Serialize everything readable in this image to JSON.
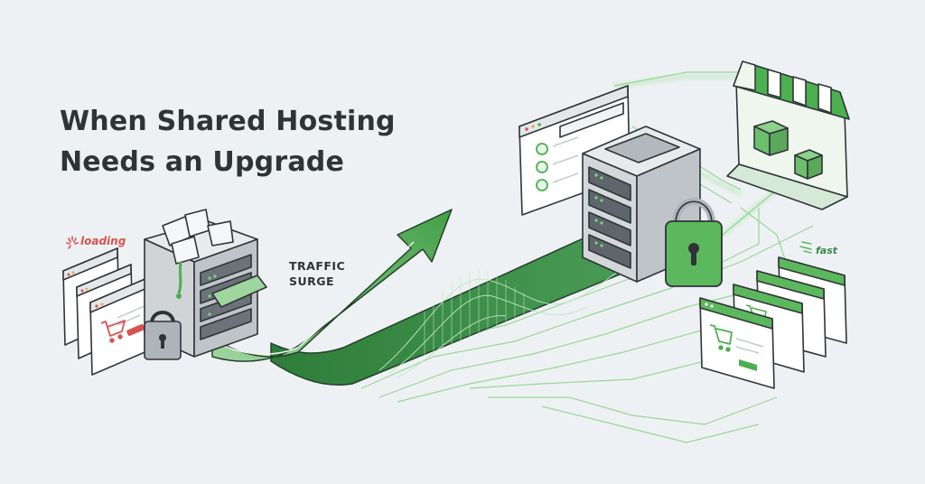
{
  "headline": {
    "line1": "When Shared Hosting",
    "line2": "Needs an Upgrade"
  },
  "surge_label": {
    "line1": "TRAFFIC",
    "line2": "SURGE"
  },
  "status_tags": {
    "slow": "loading",
    "fast": "fast"
  },
  "colors": {
    "background": "#eef1f3",
    "ink": "#2f3437",
    "green": "#4caf50",
    "green_dark": "#2e7d3a",
    "green_light": "#c8e6c9",
    "warning_red": "#d9534f",
    "server_gray": "#d7dbde"
  },
  "icons": [
    "loading-spinner-icon",
    "shopping-cart-icon",
    "padlock-icon",
    "checkmark-icon",
    "storefront-awning-icon",
    "package-box-icon",
    "upward-arrow-icon"
  ]
}
